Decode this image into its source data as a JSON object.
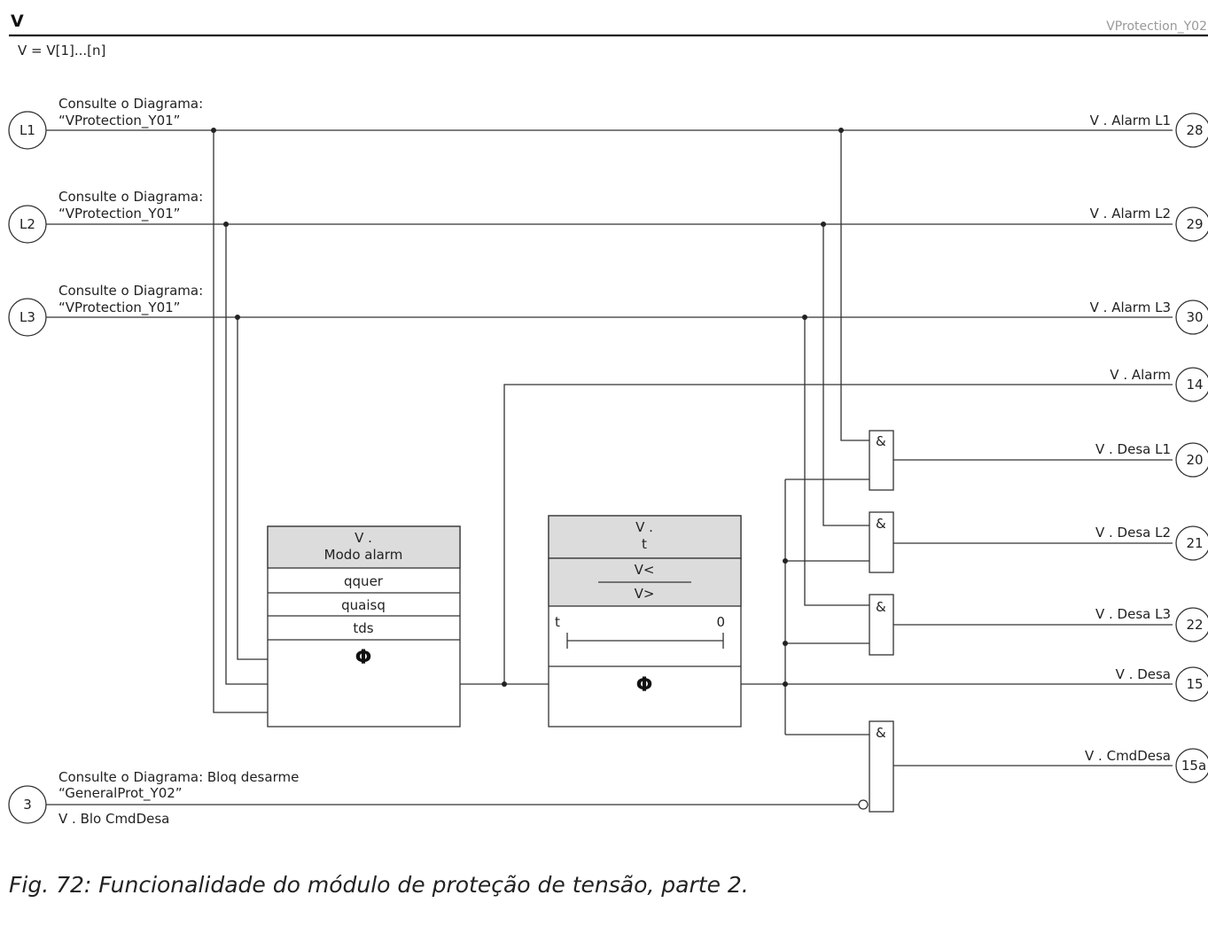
{
  "header": {
    "title": "V",
    "diagram_id": "VProtection_Y02",
    "subtitle": "V = V[1]...[n]"
  },
  "inputs": [
    {
      "terminal": "L1",
      "ref_line1": "Consulte o Diagrama:",
      "ref_line2": "“VProtection_Y01”"
    },
    {
      "terminal": "L2",
      "ref_line1": "Consulte o Diagrama:",
      "ref_line2": "“VProtection_Y01”"
    },
    {
      "terminal": "L3",
      "ref_line1": "Consulte o Diagrama:",
      "ref_line2": "“VProtection_Y01”"
    },
    {
      "terminal": "3",
      "ref_line1": "Consulte o Diagrama: Bloq desarme",
      "ref_line2": "“GeneralProt_Y02”",
      "signal": "V . Blo CmdDesa"
    }
  ],
  "mode_block": {
    "title_line1": "V .",
    "title_line2": "Modo alarm",
    "options": [
      "qquer",
      "quaisq",
      "tds"
    ],
    "symbol": "Φ"
  },
  "timer_block": {
    "title_line1": "V .",
    "title_line2": "t",
    "mode_top": "V<",
    "mode_bottom": "V>",
    "t_label": "t",
    "zero_label": "0",
    "symbol": "Φ"
  },
  "gate_symbol": "&",
  "outputs": [
    {
      "label": "V . Alarm L1",
      "terminal": "28"
    },
    {
      "label": "V . Alarm L2",
      "terminal": "29"
    },
    {
      "label": "V . Alarm L3",
      "terminal": "30"
    },
    {
      "label": "V . Alarm",
      "terminal": "14"
    },
    {
      "label": "V . Desa L1",
      "terminal": "20"
    },
    {
      "label": "V . Desa L2",
      "terminal": "21"
    },
    {
      "label": "V . Desa L3",
      "terminal": "22"
    },
    {
      "label": "V . Desa",
      "terminal": "15"
    },
    {
      "label": "V . CmdDesa",
      "terminal": "15a"
    }
  ],
  "caption": "Fig. 72: Funcionalidade do módulo de proteção de tensão, parte 2."
}
